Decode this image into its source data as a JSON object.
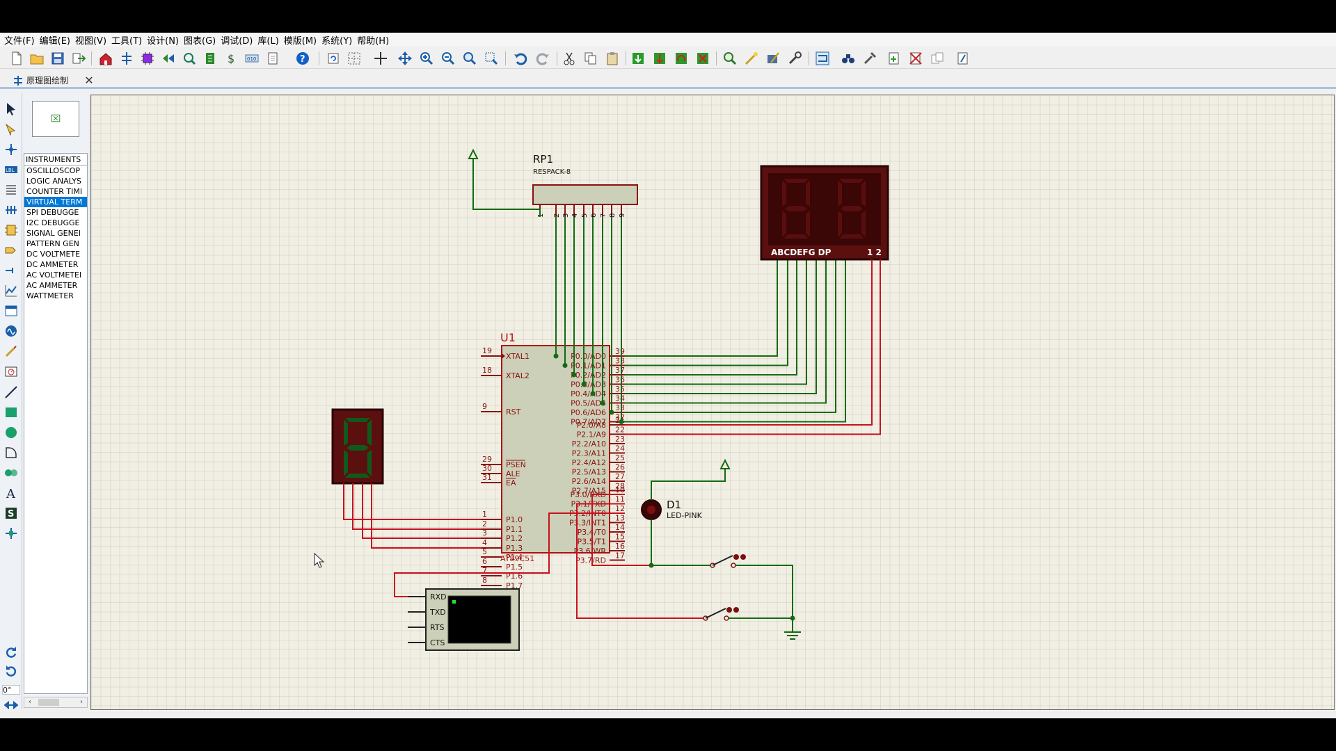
{
  "menu": [
    "文件(F)",
    "编辑(E)",
    "视图(V)",
    "工具(T)",
    "设计(N)",
    "图表(G)",
    "调试(D)",
    "库(L)",
    "模版(M)",
    "系统(Y)",
    "帮助(H)"
  ],
  "tab": {
    "label": "原理图绘制",
    "close": "✕"
  },
  "object_selector": {
    "mode": "INSTRUMENTS",
    "items": [
      "OSCILLOSCOP",
      "LOGIC ANALYS",
      "COUNTER TIMI",
      "VIRTUAL TERM",
      "SPI DEBUGGE",
      "I2C DEBUGGE",
      "SIGNAL GENEI",
      "PATTERN GEN",
      "DC VOLTMETE",
      "DC AMMETER",
      "AC VOLTMETEI",
      "AC AMMETER",
      "WATTMETER"
    ],
    "selected_index": 3
  },
  "rotation_value": "0°",
  "schematic": {
    "rp1": {
      "ref": "RP1",
      "value": "RESPACK-8",
      "pins": [
        "1",
        "2",
        "3",
        "4",
        "5",
        "6",
        "7",
        "8",
        "9"
      ]
    },
    "u1": {
      "ref": "U1",
      "value": "AT89C51",
      "left_pins": [
        {
          "num": "19",
          "name": "XTAL1"
        },
        {
          "num": "18",
          "name": "XTAL2"
        },
        {
          "num": "9",
          "name": "RST"
        },
        {
          "num": "29",
          "name": "PSEN"
        },
        {
          "num": "30",
          "name": "ALE"
        },
        {
          "num": "31",
          "name": "EA"
        },
        {
          "num": "1",
          "name": "P1.0"
        },
        {
          "num": "2",
          "name": "P1.1"
        },
        {
          "num": "3",
          "name": "P1.2"
        },
        {
          "num": "4",
          "name": "P1.3"
        },
        {
          "num": "5",
          "name": "P1.4"
        },
        {
          "num": "6",
          "name": "P1.5"
        },
        {
          "num": "7",
          "name": "P1.6"
        },
        {
          "num": "8",
          "name": "P1.7"
        }
      ],
      "right_pins": [
        {
          "num": "39",
          "name": "P0.0/AD0"
        },
        {
          "num": "38",
          "name": "P0.1/AD1"
        },
        {
          "num": "37",
          "name": "P0.2/AD2"
        },
        {
          "num": "36",
          "name": "P0.3/AD3"
        },
        {
          "num": "35",
          "name": "P0.4/AD4"
        },
        {
          "num": "34",
          "name": "P0.5/AD5"
        },
        {
          "num": "33",
          "name": "P0.6/AD6"
        },
        {
          "num": "32",
          "name": "P0.7/AD7"
        },
        {
          "num": "21",
          "name": "P2.0/A8"
        },
        {
          "num": "22",
          "name": "P2.1/A9"
        },
        {
          "num": "23",
          "name": "P2.2/A10"
        },
        {
          "num": "24",
          "name": "P2.3/A11"
        },
        {
          "num": "25",
          "name": "P2.4/A12"
        },
        {
          "num": "26",
          "name": "P2.5/A13"
        },
        {
          "num": "27",
          "name": "P2.6/A14"
        },
        {
          "num": "28",
          "name": "P2.7/A15"
        },
        {
          "num": "10",
          "name": "P3.0/RXD"
        },
        {
          "num": "11",
          "name": "P3.1/TXD"
        },
        {
          "num": "12",
          "name": "P3.2/INT0"
        },
        {
          "num": "13",
          "name": "P3.3/INT1"
        },
        {
          "num": "14",
          "name": "P3.4/T0"
        },
        {
          "num": "15",
          "name": "P3.5/T1"
        },
        {
          "num": "16",
          "name": "P3.6/WR"
        },
        {
          "num": "17",
          "name": "P3.7/RD"
        }
      ]
    },
    "seven_seg_2digit": {
      "segment_labels": "ABCDEFG DP",
      "digit_labels": "1 2"
    },
    "led": {
      "ref": "D1",
      "value": "LED-PINK"
    },
    "terminal": {
      "pins": [
        "RXD",
        "TXD",
        "RTS",
        "CTS"
      ]
    }
  },
  "colors": {
    "wire_red": "#c8101f",
    "wire_green": "#136b13",
    "chip_fill": "#cdd0b8",
    "chip_border": "#b01010",
    "seg_off": "#5a0d0d",
    "seg_bg": "#3a0606",
    "accent_blue": "#0078d7"
  }
}
